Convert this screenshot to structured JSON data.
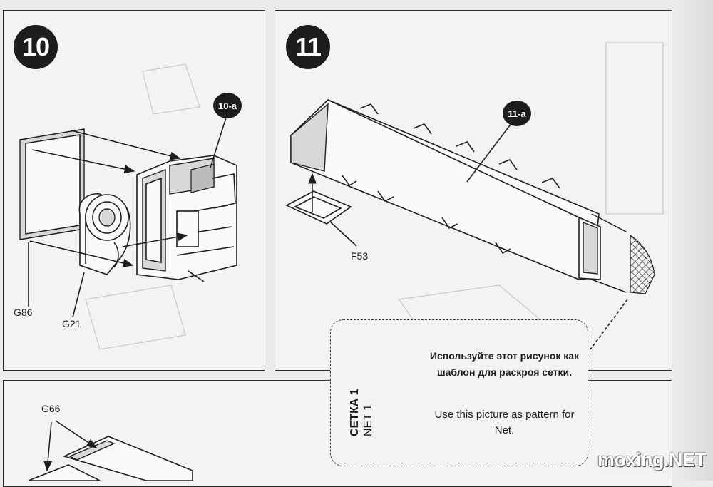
{
  "steps": {
    "step10": {
      "number": "10",
      "callout": "10-a",
      "parts": {
        "g86": "G86",
        "g21": "G21"
      }
    },
    "step11": {
      "number": "11",
      "callout": "11-a",
      "parts": {
        "f53": "F53"
      }
    },
    "step12": {
      "parts": {
        "g66": "G66"
      }
    }
  },
  "template_note": {
    "label_ru": "СЕТКА 1",
    "label_en": "NET 1",
    "text_ru": "Используйте этот рисунок как шаблон для раскроя сетки.",
    "text_en": "Use this picture as pattern for Net."
  },
  "watermark": "moxing.NET",
  "icons": [
    "step-badge",
    "callout-bubble",
    "assembly-arrow",
    "mesh-net-pattern"
  ]
}
